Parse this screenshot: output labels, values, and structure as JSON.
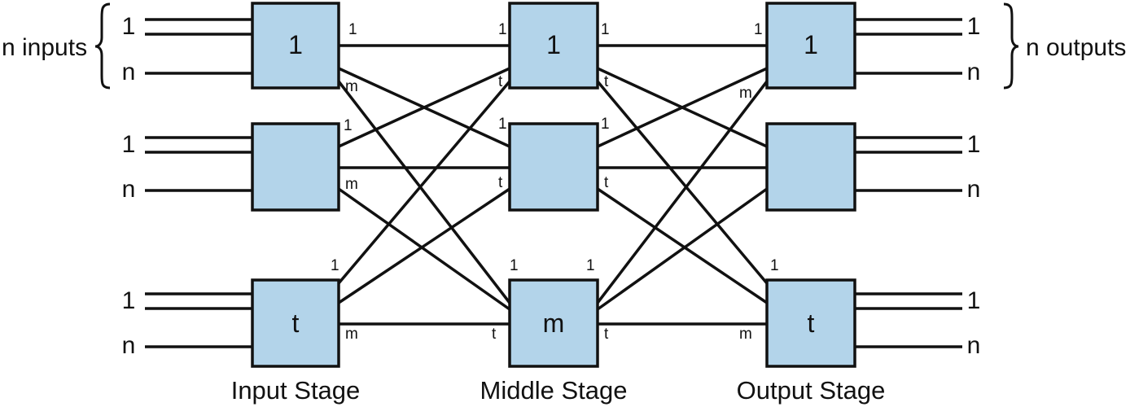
{
  "io": {
    "first_port": "1",
    "last_port": "n",
    "inputs_label": "n inputs",
    "outputs_label": "n outputs"
  },
  "stages": {
    "input": {
      "label": "Input Stage",
      "boxes": [
        "1",
        "",
        "t"
      ],
      "port_first": "1",
      "port_last": "m"
    },
    "middle": {
      "label": "Middle Stage",
      "boxes": [
        "1",
        "",
        "m"
      ],
      "port_first": "1",
      "port_last": "t"
    },
    "output": {
      "label": "Output Stage",
      "boxes": [
        "1",
        "",
        "t"
      ],
      "port_first": "1",
      "port_last": "m"
    }
  },
  "colors": {
    "box_fill": "#b3d4ea",
    "stroke": "#111111"
  }
}
